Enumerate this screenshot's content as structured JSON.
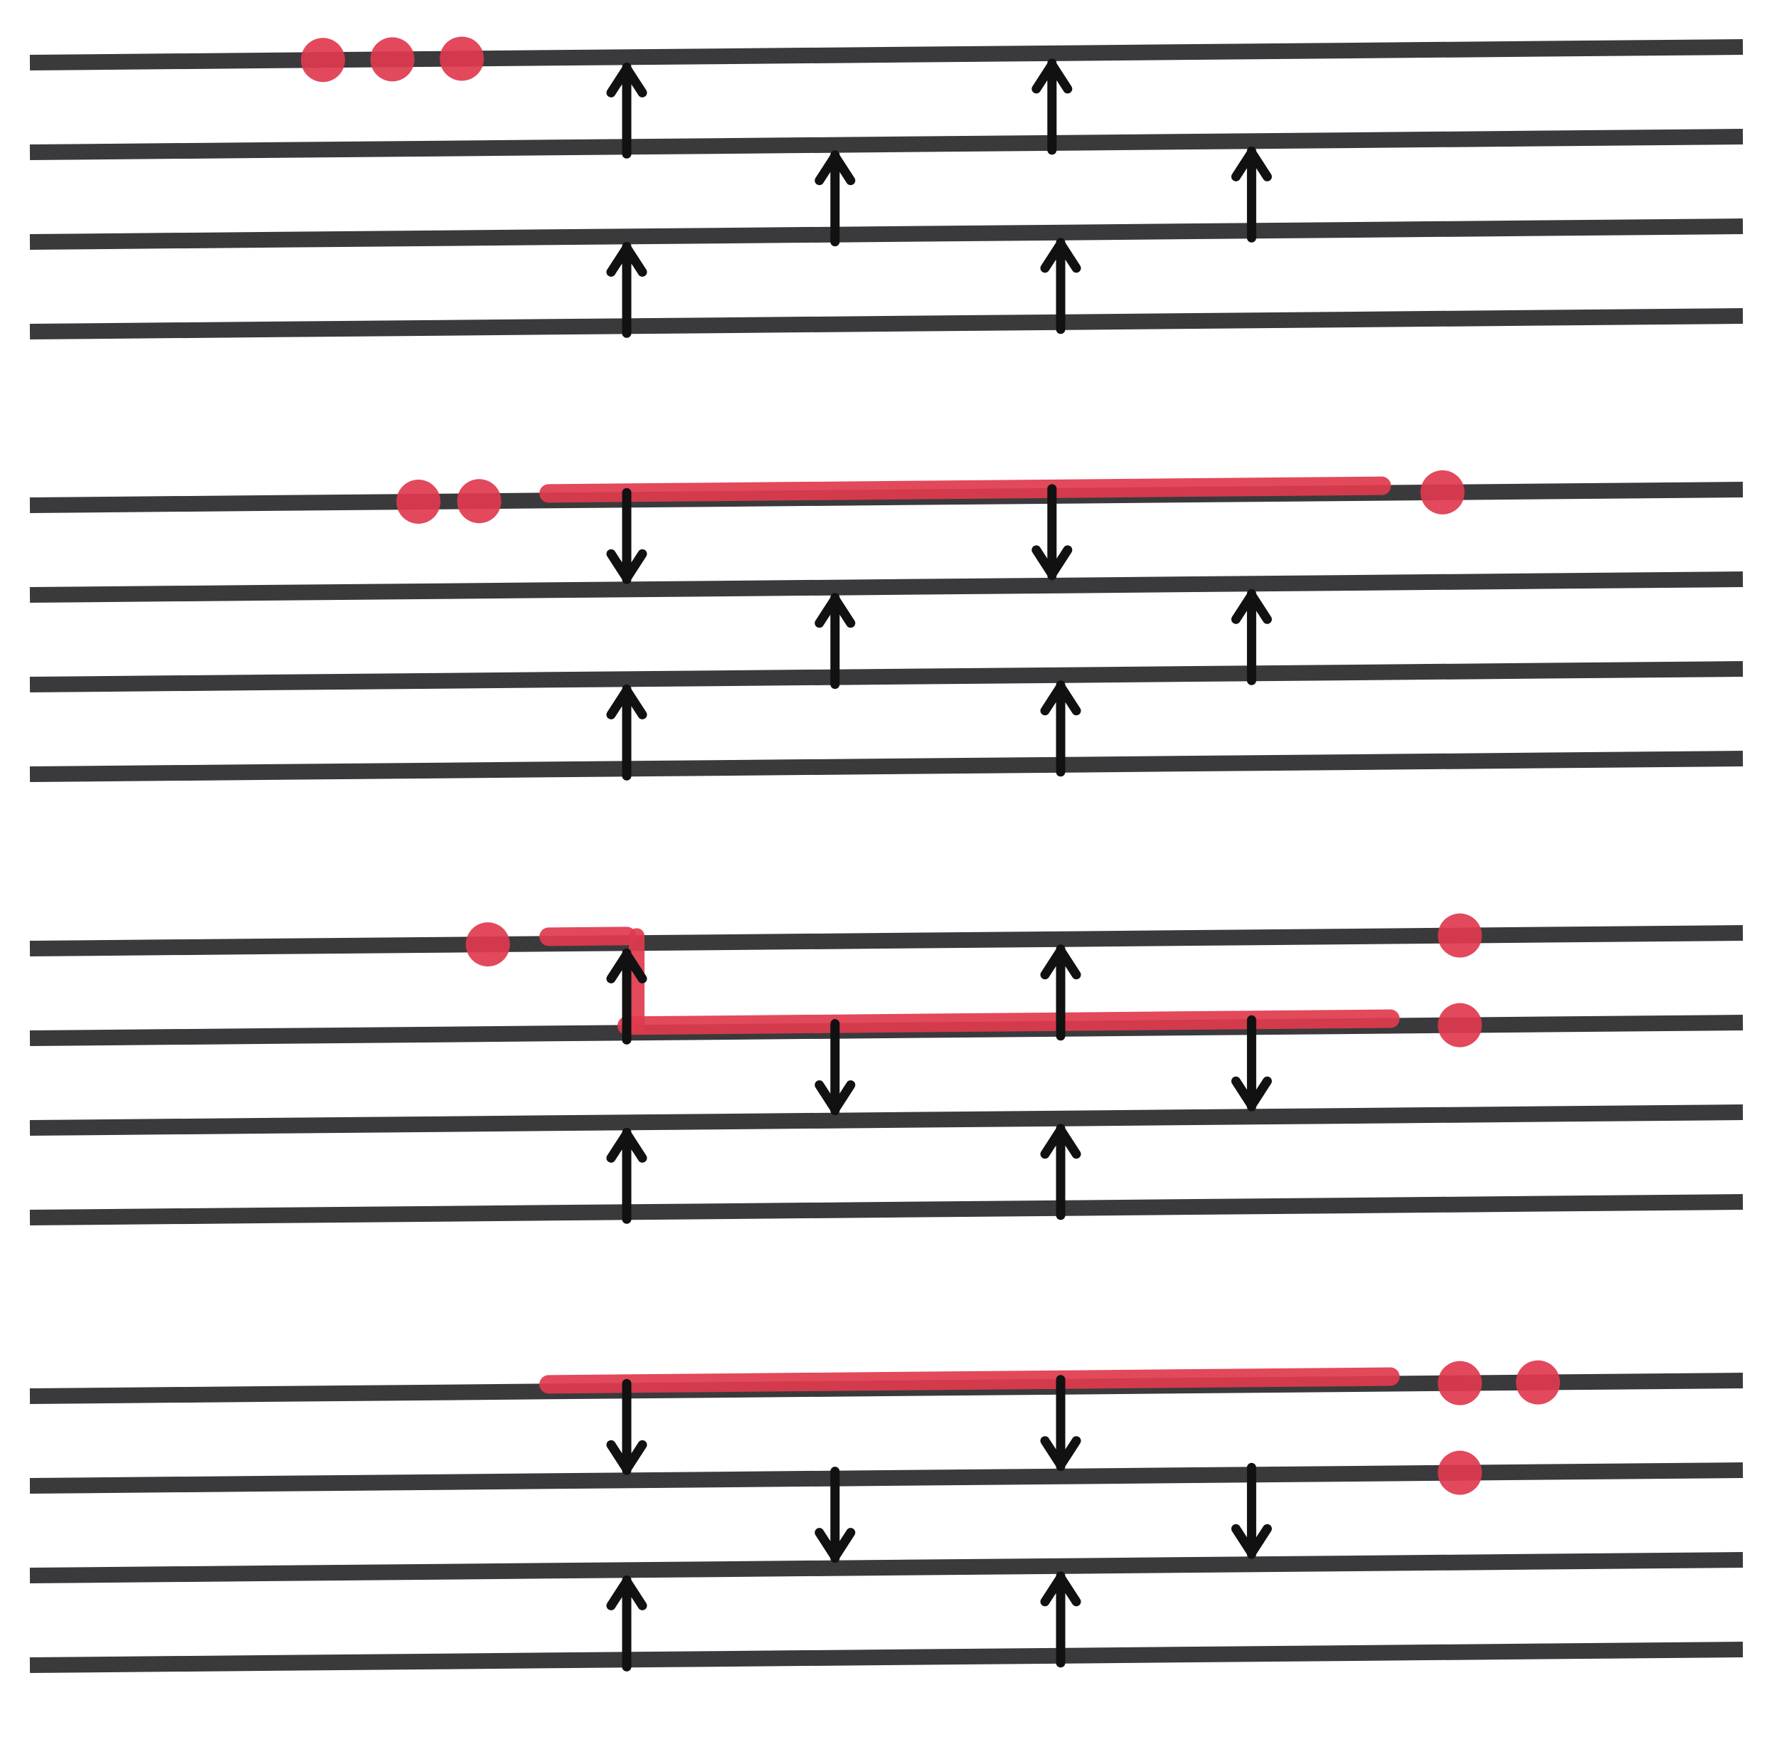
{
  "colors": {
    "paper": "#ffffff",
    "line": "#3a3a3c",
    "ink": "#111111",
    "marker": "#e03a4e"
  },
  "panels": [
    {
      "label": "",
      "dots": [
        {
          "row": 0,
          "col": 0.5
        },
        {
          "row": 0,
          "col": 1.3
        },
        {
          "row": 0,
          "col": 2.1
        }
      ],
      "bars": [],
      "arrows": [
        {
          "from": 1,
          "to": 0,
          "col": 4.0
        },
        {
          "from": 1,
          "to": 0,
          "col": 8.9
        },
        {
          "from": 2,
          "to": 1,
          "col": 6.4
        },
        {
          "from": 2,
          "to": 1,
          "col": 11.2
        },
        {
          "from": 3,
          "to": 2,
          "col": 4.0
        },
        {
          "from": 3,
          "to": 2,
          "col": 9.0
        }
      ]
    },
    {
      "label": "",
      "dots": [
        {
          "row": 0,
          "col": 1.6
        },
        {
          "row": 0,
          "col": 2.3
        },
        {
          "row": 0,
          "col": 13.4
        }
      ],
      "bars": [
        {
          "row": 0,
          "c0": 3.1,
          "c1": 12.7
        }
      ],
      "arrows": [
        {
          "from": 0,
          "to": 1,
          "col": 4.0
        },
        {
          "from": 0,
          "to": 1,
          "col": 8.9
        },
        {
          "from": 2,
          "to": 1,
          "col": 6.4
        },
        {
          "from": 2,
          "to": 1,
          "col": 11.2
        },
        {
          "from": 3,
          "to": 2,
          "col": 4.0
        },
        {
          "from": 3,
          "to": 2,
          "col": 9.0
        }
      ]
    },
    {
      "label": "",
      "dots": [
        {
          "row": 0,
          "col": 2.4
        },
        {
          "row": 0,
          "col": 13.6
        },
        {
          "row": 1,
          "col": 13.6
        }
      ],
      "bars": [
        {
          "row": 0,
          "c0": 3.1,
          "c1": 4.0
        },
        {
          "row": 1,
          "c0": 4.0,
          "c1": 12.8
        }
      ],
      "drops": [
        {
          "col": 4.0,
          "r0": 0,
          "r1": 1
        }
      ],
      "arrows": [
        {
          "from": 1,
          "to": 0,
          "col": 4.0
        },
        {
          "from": 1,
          "to": 0,
          "col": 9.0
        },
        {
          "from": 1,
          "to": 2,
          "col": 6.4
        },
        {
          "from": 1,
          "to": 2,
          "col": 11.2
        },
        {
          "from": 3,
          "to": 2,
          "col": 4.0
        },
        {
          "from": 3,
          "to": 2,
          "col": 9.0
        }
      ]
    },
    {
      "label": "",
      "dots": [
        {
          "row": 0,
          "col": 13.6
        },
        {
          "row": 0,
          "col": 14.5
        },
        {
          "row": 1,
          "col": 13.6
        }
      ],
      "bars": [
        {
          "row": 0,
          "c0": 3.1,
          "c1": 12.8
        }
      ],
      "drops": [],
      "arrows": [
        {
          "from": 0,
          "to": 1,
          "col": 4.0
        },
        {
          "from": 0,
          "to": 1,
          "col": 9.0
        },
        {
          "from": 1,
          "to": 2,
          "col": 6.4
        },
        {
          "from": 1,
          "to": 2,
          "col": 11.2
        },
        {
          "from": 3,
          "to": 2,
          "col": 4.0
        },
        {
          "from": 3,
          "to": 2,
          "col": 9.0
        }
      ]
    }
  ]
}
